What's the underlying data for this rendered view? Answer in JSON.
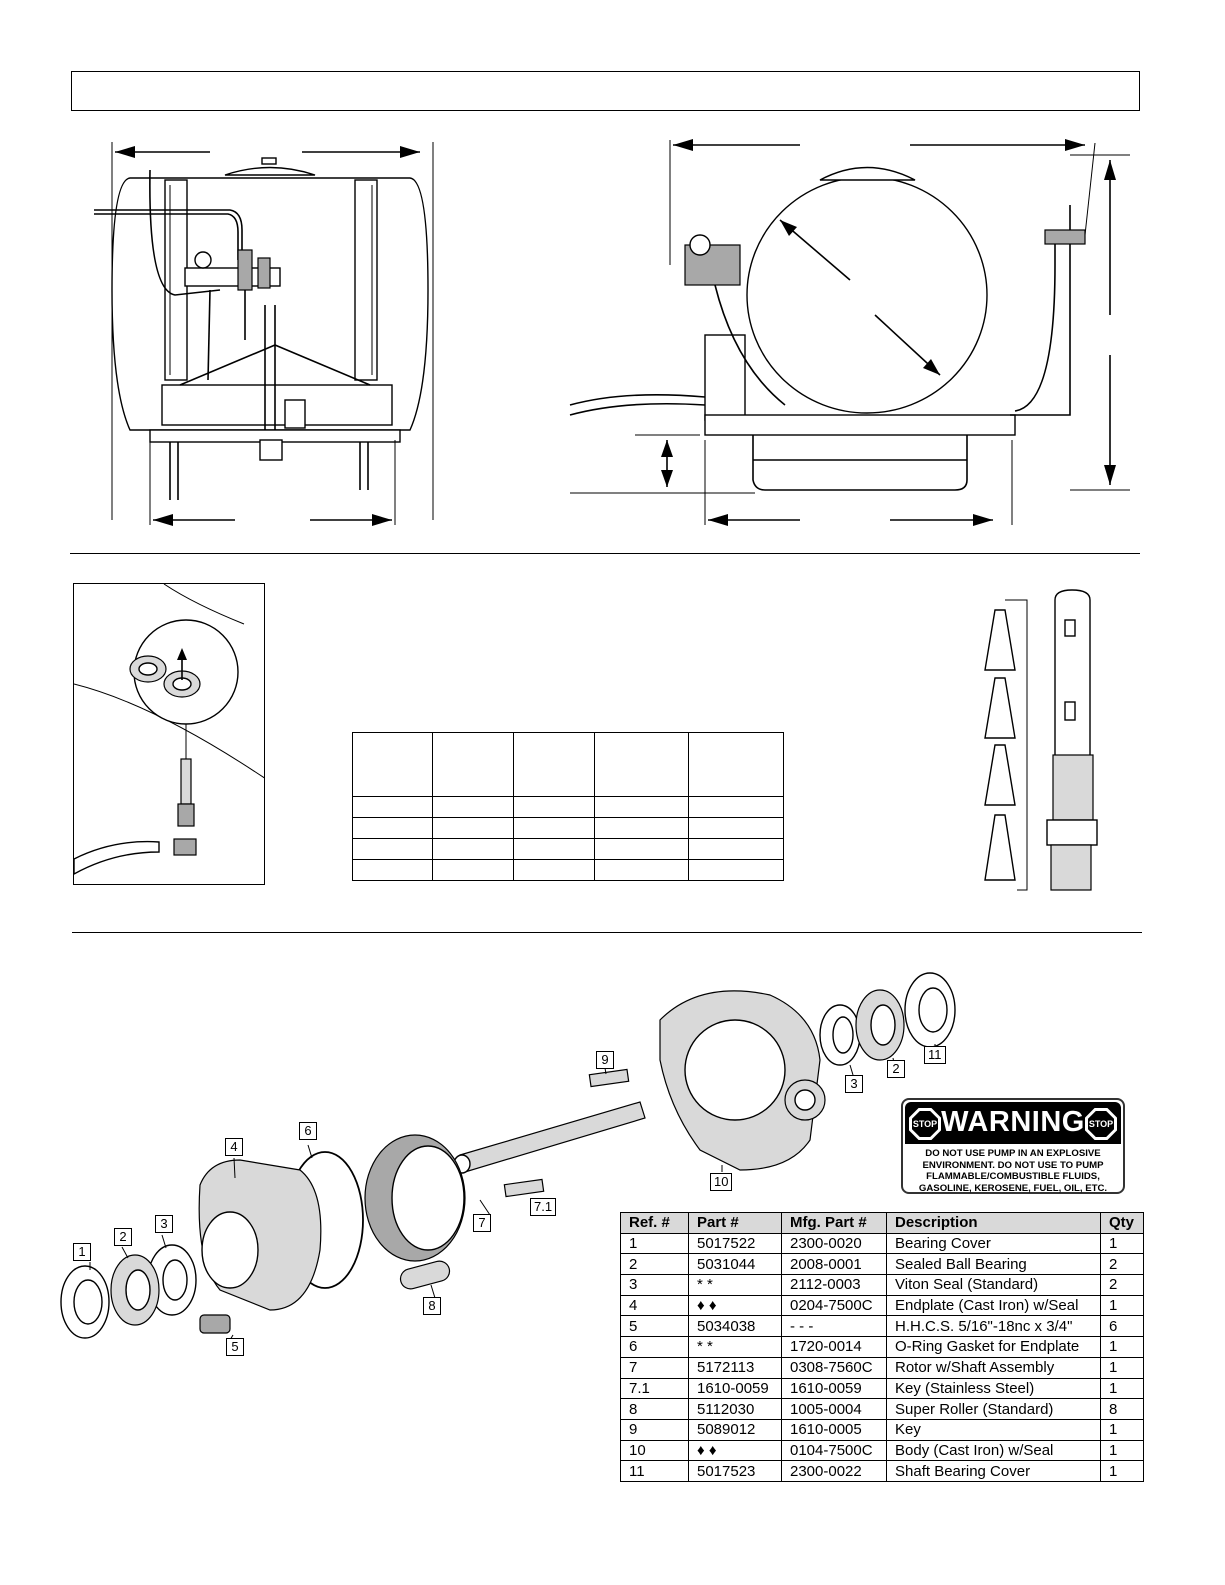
{
  "parts_table": {
    "headers": [
      "Ref. #",
      "Part #",
      "Mfg. Part #",
      "Description",
      "Qty"
    ],
    "rows": [
      [
        "1",
        "5017522",
        "2300-0020",
        "Bearing Cover",
        "1"
      ],
      [
        "2",
        "5031044",
        "2008-0001",
        "Sealed Ball Bearing",
        "2"
      ],
      [
        "3",
        "* *",
        "2112-0003",
        "Viton Seal (Standard)",
        "2"
      ],
      [
        "4",
        "♦ ♦",
        "0204-7500C",
        "Endplate (Cast Iron) w/Seal",
        "1"
      ],
      [
        "5",
        "5034038",
        "- - -",
        "H.H.C.S. 5/16\"-18nc x 3/4\"",
        "6"
      ],
      [
        "6",
        "* *",
        "1720-0014",
        "O-Ring Gasket for Endplate",
        "1"
      ],
      [
        "7",
        "5172113",
        "0308-7560C",
        "Rotor w/Shaft Assembly",
        "1"
      ],
      [
        "7.1",
        "1610-0059",
        "1610-0059",
        "Key (Stainless Steel)",
        "1"
      ],
      [
        "8",
        "5112030",
        "1005-0004",
        "Super Roller (Standard)",
        "8"
      ],
      [
        "9",
        "5089012",
        "1610-0005",
        "Key",
        "1"
      ],
      [
        "10",
        "♦ ♦",
        "0104-7500C",
        "Body (Cast Iron) w/Seal",
        "1"
      ],
      [
        "11",
        "5017523",
        "2300-0022",
        "Shaft Bearing Cover",
        "1"
      ]
    ]
  },
  "warning": {
    "title": "WARNING",
    "stop_label": "STOP",
    "lines": [
      "DO NOT USE PUMP IN AN EXPLOSIVE",
      "ENVIRONMENT. DO NOT USE TO PUMP",
      "FLAMMABLE/COMBUSTIBLE FLUIDS,",
      "GASOLINE, KEROSENE, FUEL, OIL, ETC."
    ]
  },
  "callouts": {
    "c1": "1",
    "c2": "2",
    "c3": "3",
    "c4": "4",
    "c5": "5",
    "c6": "6",
    "c7": "7",
    "c71": "7.1",
    "c8": "8",
    "c9": "9",
    "c10": "10",
    "c3b": "3",
    "c2b": "2",
    "c11": "11"
  }
}
